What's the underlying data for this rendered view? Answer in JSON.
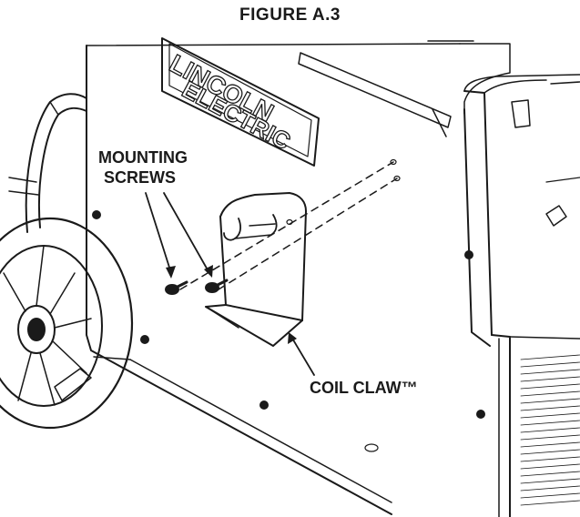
{
  "figure": {
    "title": "FIGURE A.3"
  },
  "labels": {
    "mounting_line1": "MOUNTING",
    "mounting_line2": "SCREWS",
    "coil_claw": "COIL CLAW™"
  },
  "brand": {
    "line1": "LINCOLN",
    "line2": "ELECTRIC"
  }
}
